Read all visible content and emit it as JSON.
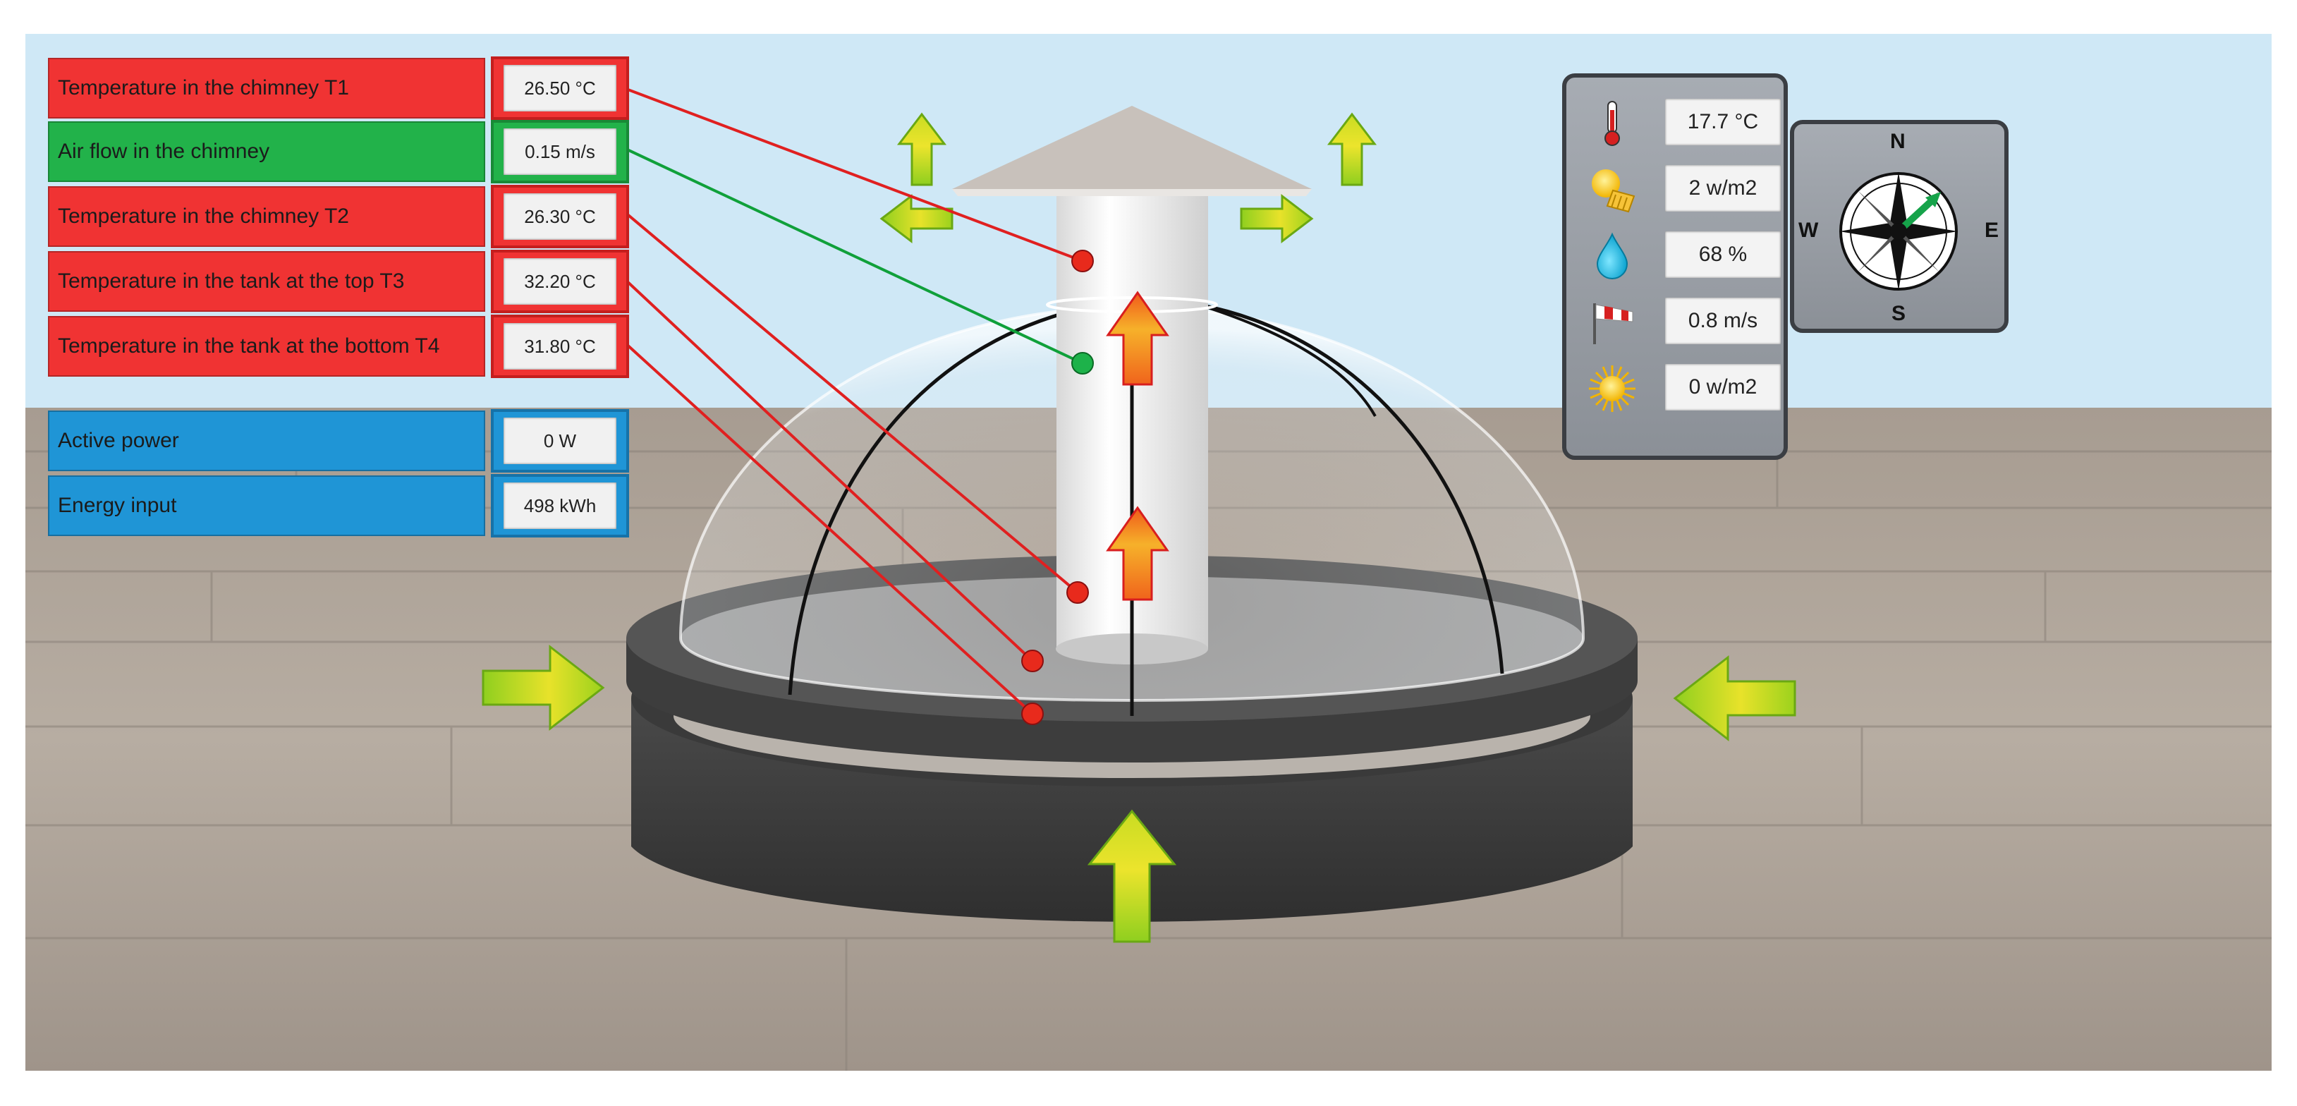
{
  "sensors": [
    {
      "label": "Temperature in the chimney T1",
      "value": "26.50 °C",
      "color": "red"
    },
    {
      "label": "Air flow in the chimney",
      "value": "0.15 m/s",
      "color": "green"
    },
    {
      "label": "Temperature in the chimney T2",
      "value": "26.30 °C",
      "color": "red"
    },
    {
      "label": "Temperature in the tank at the top T3",
      "value": "32.20 °C",
      "color": "red"
    },
    {
      "label": "Temperature in the tank at the bottom T4",
      "value": "31.80 °C",
      "color": "red"
    }
  ],
  "power": [
    {
      "label": "Active power",
      "value": "0 W",
      "color": "blue"
    },
    {
      "label": "Energy input",
      "value": "498 kWh",
      "color": "blue"
    }
  ],
  "weather": [
    {
      "icon": "thermometer-icon",
      "value": "17.7 °C"
    },
    {
      "icon": "solar-collector-icon",
      "value": "2 w/m2"
    },
    {
      "icon": "humidity-drop-icon",
      "value": "68 %"
    },
    {
      "icon": "windsock-icon",
      "value": "0.8 m/s"
    },
    {
      "icon": "sun-icon",
      "value": "0 w/m2"
    }
  ],
  "compass": {
    "north": "N",
    "south": "S",
    "east": "E",
    "west": "W"
  },
  "colors": {
    "sensor_red": "#f03333",
    "sensor_green": "#22b24a",
    "power_blue": "#1f95d6",
    "sky": "#cfe8f6",
    "arrow_green": "#9bd21d",
    "arrow_red": "#f05a1a"
  }
}
